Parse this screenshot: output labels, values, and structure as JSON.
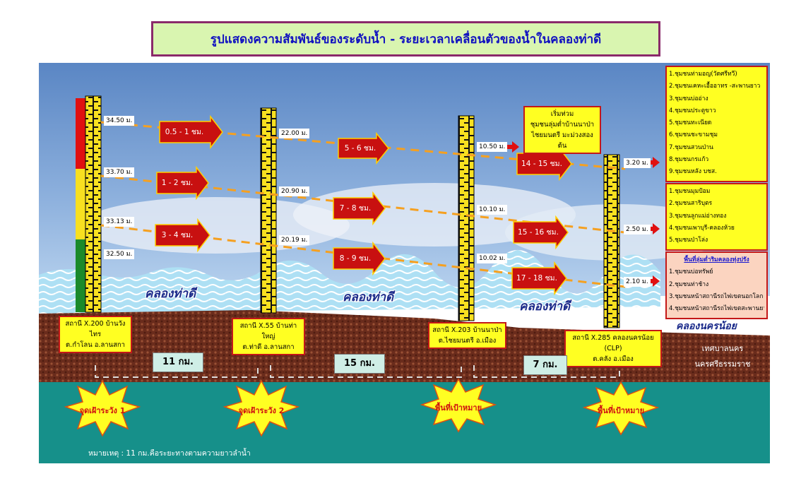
{
  "title": "รูปแสดงความสัมพันธ์ของระดับน้ำ - ระยะเวลาเคลื่อนตัวของน้ำในคลองท่าดี",
  "stations": [
    {
      "line1": "สถานี X.200 บ้านวังไทร",
      "line2": "ต.กำโลน อ.ลานสกา"
    },
    {
      "line1": "สถานี X.55  บ้านท่าใหญ่",
      "line2": "ต.ท่าดี อ.ลานสกา"
    },
    {
      "line1": "สถานี X.203  บ้านนาป่า",
      "line2": "ต.ไชยมนตรี อ.เมือง"
    },
    {
      "line1": "สถานี X.285 คลองนครน้อย (CLP)",
      "line2": "ต.คลัง อ.เมือง"
    }
  ],
  "levels": {
    "s1": [
      "34.50 ม.",
      "33.70 ม.",
      "33.13 ม.",
      "32.50 ม."
    ],
    "s2": [
      "22.00 ม.",
      "20.90 ม.",
      "20.19 ม."
    ],
    "s3": [
      "10.50 ม.",
      "10.10 ม.",
      "10.02 ม."
    ],
    "s4": [
      "3.20 ม.",
      "2.50 ม.",
      "2.10 ม."
    ]
  },
  "travel_times": [
    "0.5 - 1 ชม.",
    "1 - 2 ชม.",
    "3 - 4 ชม.",
    "5 - 6 ชม.",
    "7 - 8 ชม.",
    "8 - 9 ชม.",
    "14 - 15 ชม.",
    "15 - 16 ชม.",
    "17 - 18 ชม."
  ],
  "warning_box": [
    "เริ่มท่วม",
    "ชุมชนลุ่มต่ำบ้านนาป่า",
    "ไชยมนตรี มะม่วงสองต้น"
  ],
  "communities_top": [
    "1.ชุมชนท่ามอญ(วัดศรีทวี)",
    "2.ชุมชนเคหะเอื้ออาทร -สะพานยาว",
    "3.ชุมชนบ่ออ่าง",
    "4.ชุมชนประตูขาว",
    "5.ชุมชนทะเนียด",
    "6.ชุมชนชะขามชุม",
    "7.ชุมชนสวนป่าน",
    "8.ชุมชนกรแก้ว",
    "9.ชุมชนหลัง บชส."
  ],
  "communities_mid": [
    "1.ชุมชนมุมป้อม",
    "2.ชุมชนสาริบุตร",
    "3.ชุมชนลูกแม่อ่างทอง",
    "4.ชุมชนเพาบุรี-คลองห้วย",
    "5.ชุมชนป่าโล่ง"
  ],
  "communities_low_title": "พื้นที่ลุ่มต่ำริมคลองทุ่งปรัง",
  "communities_low": [
    "1.ชุมชนบ่อทรัพย์",
    "2.ชุมชนท่าช้าง",
    "3.ชุมชนหน้าสถานีรถไฟเขตนอกโลก",
    "4.ชุมชนหน้าสถานีรถไฟเขตสะพานยาว"
  ],
  "canal_labels": [
    "คลองท่าดี",
    "คลองท่าดี",
    "คลองท่าดี",
    "คลองนครน้อย"
  ],
  "distances": [
    "11 กม.",
    "15 กม.",
    "7 กม."
  ],
  "town": [
    "เทศบาลนคร",
    "นครศรีธรรมราช"
  ],
  "stars": [
    "จุดเฝ้าระวัง 1",
    "จุดเฝ้าระวัง 2",
    "พื้นที่เป้าหมาย",
    "พื้นที่เป้าหมาย"
  ],
  "note": "หมายเหตุ :  11 กม.คือระยะทางตามความยาวลำน้ำ",
  "colors": {
    "arrow": "#c81010",
    "dash": "#f5a020",
    "frame": "#8a2a6a",
    "title_text": "#1010c0",
    "box_fill": "#ffff22",
    "box_border": "#c41818"
  }
}
